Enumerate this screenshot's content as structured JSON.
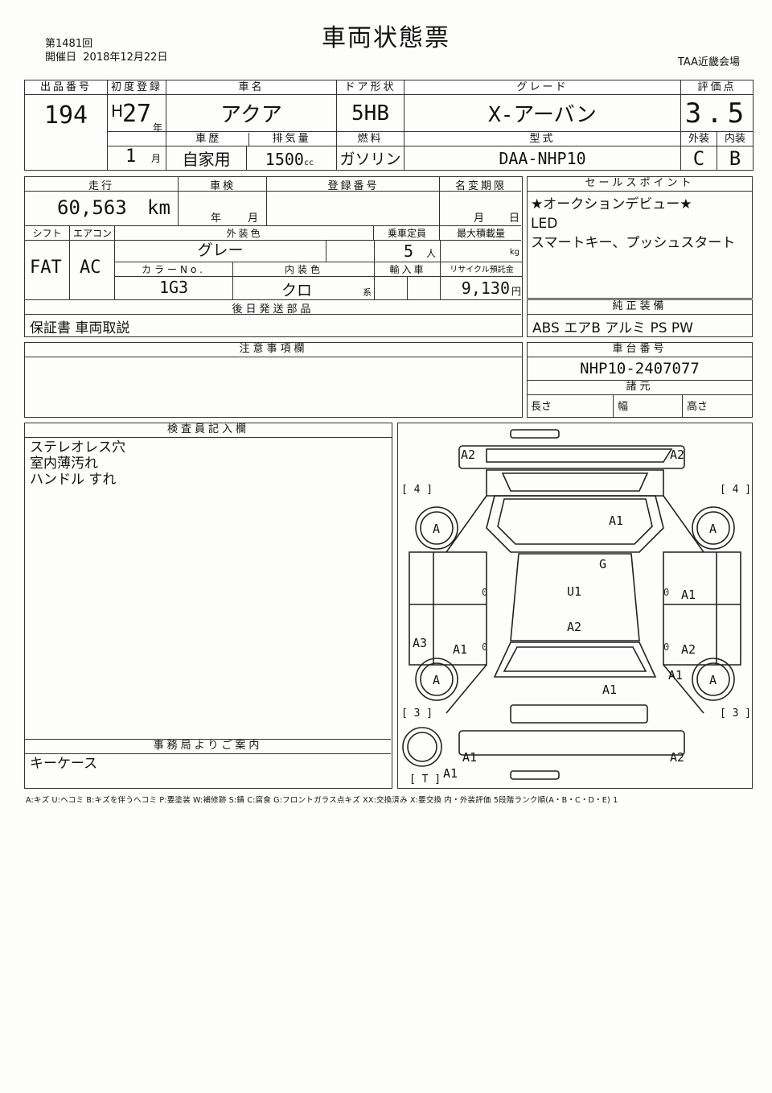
{
  "header": {
    "title": "車両状態票",
    "session": "第1481回",
    "date_label": "開催日",
    "date": "2018年12月22日",
    "venue": "TAA近畿会場"
  },
  "row1": {
    "lot_label": "出品番号",
    "lot": "194",
    "first_reg_label": "初度登録",
    "era": "H",
    "year": "27",
    "year_unit": "年",
    "month": "1",
    "month_unit": "月",
    "car_name_label": "車名",
    "car_name": "アクア",
    "history_label": "車歴",
    "history": "自家用",
    "door_label": "ドア形状",
    "door": "5HB",
    "displacement_label": "排気量",
    "displacement": "1500",
    "displacement_unit": "cc",
    "fuel_label": "燃料",
    "fuel": "ガソリン",
    "grade_label": "グレード",
    "grade": "X-アーバン",
    "model_label": "型式",
    "model": "DAA-NHP10",
    "score_label": "評価点",
    "score": "3.5",
    "exterior_label": "外装",
    "exterior": "C",
    "interior_label": "内装",
    "interior": "B"
  },
  "row2": {
    "mileage_label": "走行",
    "mileage": "60,563",
    "mileage_unit": "km",
    "inspection_label": "車検",
    "inspection_year_unit": "年",
    "inspection_month_unit": "月",
    "reg_no_label": "登録番号",
    "name_change_label": "名変期限",
    "name_change_month_unit": "月",
    "name_change_day_unit": "日",
    "shift_label": "シフト",
    "shift": "FAT",
    "ac_label": "エアコン",
    "ac": "AC",
    "ext_color_label": "外装色",
    "ext_color": "グレー",
    "capacity_label": "乗車定員",
    "capacity": "5",
    "capacity_unit": "人",
    "max_load_label": "最大積載量",
    "max_load_unit": "kg",
    "color_no_label": "カラーNo.",
    "color_no": "1G3",
    "int_color_label": "内装色",
    "int_color": "クロ",
    "int_color_unit": "系",
    "import_label": "輸入車",
    "recycle_label": "リサイクル預託金",
    "recycle": "9,130",
    "recycle_unit": "円",
    "later_parts_label": "後日発送部品",
    "later_parts": "保証書 車両取説"
  },
  "sales": {
    "label": "セールスポイント",
    "lines": [
      "★オークションデビュー★",
      "LED",
      "スマートキー、プッシュスタート"
    ]
  },
  "equipment": {
    "label": "純正装備",
    "value": "ABS エアB アルミ PS PW"
  },
  "notes": {
    "label": "注意事項欄"
  },
  "chassis": {
    "label": "車台番号",
    "value": "NHP10-2407077"
  },
  "specs": {
    "label": "諸元",
    "length": "長さ",
    "width": "幅",
    "height": "高さ"
  },
  "inspector": {
    "label": "検査員記入欄",
    "lines": [
      "ステレオレス穴",
      "室内薄汚れ",
      "ハンドル すれ"
    ]
  },
  "office": {
    "label": "事務局よりご案内",
    "value": "キーケース"
  },
  "diagram": {
    "marks": [
      "A2",
      "A2",
      "A1",
      "G",
      "U1",
      "A1",
      "A2",
      "A1",
      "A2",
      "A3",
      "A1",
      "A1",
      "A1",
      "A1",
      "A2"
    ],
    "tires": [
      "A",
      "A",
      "A",
      "A"
    ],
    "zeros": [
      "0",
      "0",
      "0",
      "0"
    ],
    "brackets": [
      "[ 4 ]",
      "[ 4 ]",
      "[ 3 ]",
      "[ 3 ]",
      "[ T ]"
    ]
  },
  "legend": "A:キズ U:ヘコミ B:キズを伴うヘコミ P:要塗装 W:補修跡 S:錆 C:腐食 G:フロントガラス点キズ XX:交換済み X:要交換 内・外装評価 5段階ランク順(A・B・C・D・E) 1"
}
